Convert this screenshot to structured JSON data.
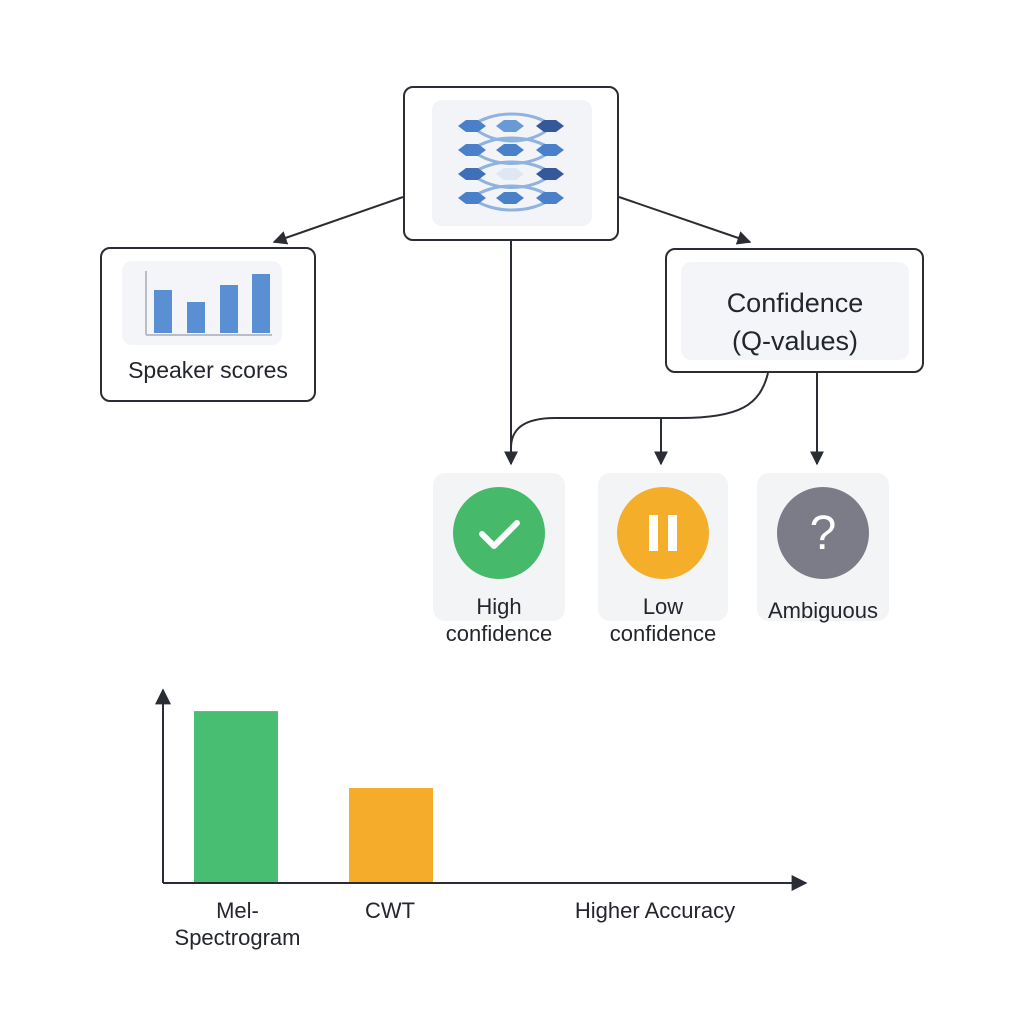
{
  "nodes": {
    "network": {
      "icon": "neural-network-icon"
    },
    "speaker": {
      "label": "Speaker scores",
      "icon": "bar-chart-icon"
    },
    "confidence": {
      "label": "Confidence\n(Q-values)"
    }
  },
  "outcomes": [
    {
      "label": "High\nconfidence",
      "icon": "checkmark-icon",
      "color": "#47b96a"
    },
    {
      "label": "Low\nconfidence",
      "icon": "pause-icon",
      "color": "#f4ae2a"
    },
    {
      "label": "Ambiguous",
      "icon": "question-mark-icon",
      "color": "#7b7c87"
    }
  ],
  "chart_data": {
    "type": "bar",
    "categories": [
      "Mel-\nSpectrogram",
      "CWT"
    ],
    "values": [
      100,
      55
    ],
    "colors": [
      "#48be73",
      "#f5ac2a"
    ],
    "xlabel": "Higher Accuracy",
    "ylabel": "",
    "title": "",
    "ylim": [
      0,
      110
    ]
  }
}
